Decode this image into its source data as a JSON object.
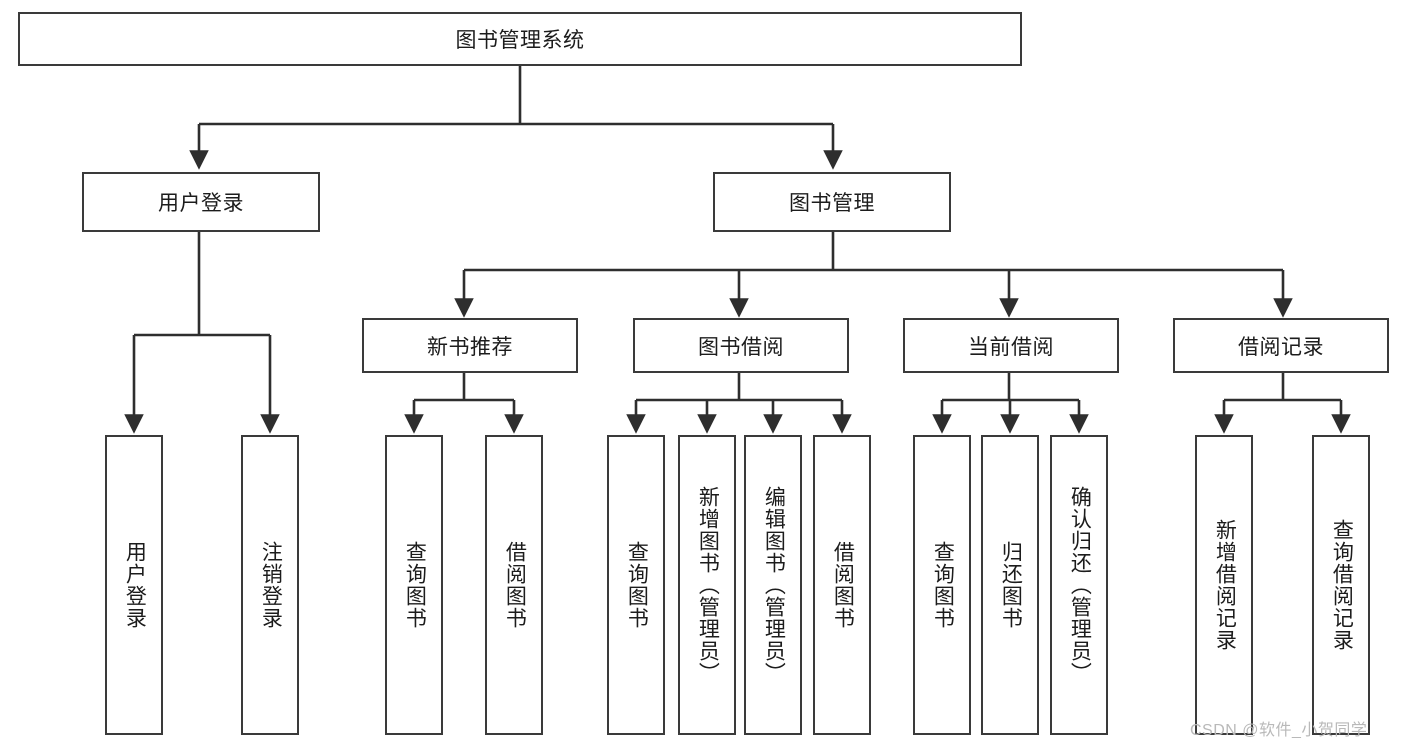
{
  "diagram": {
    "title": "图书管理系统",
    "type": "hierarchy-tree",
    "watermark": "CSDN @软件_小贺同学",
    "colors": {
      "background": "#ffffff",
      "border": "#3a3a3a",
      "text": "#1c1c1c",
      "edge": "#2e2e2e",
      "watermark": "#b9b9b9"
    },
    "levels": {
      "level1": [
        {
          "id": "root",
          "label": "图书管理系统"
        }
      ],
      "level2": [
        {
          "id": "user-login",
          "label": "用户登录"
        },
        {
          "id": "book-manage",
          "label": "图书管理"
        }
      ],
      "level3": [
        {
          "id": "new-book-recommend",
          "label": "新书推荐"
        },
        {
          "id": "book-borrow",
          "label": "图书借阅"
        },
        {
          "id": "current-borrow",
          "label": "当前借阅"
        },
        {
          "id": "borrow-record",
          "label": "借阅记录"
        }
      ],
      "level4": [
        {
          "id": "leaf-user-login",
          "label": "用户登录",
          "parent": "user-login"
        },
        {
          "id": "leaf-user-logout",
          "label": "注销登录",
          "parent": "user-login"
        },
        {
          "id": "leaf-query-book-1",
          "label": "查询图书",
          "parent": "new-book-recommend"
        },
        {
          "id": "leaf-borrow-book-1",
          "label": "借阅图书",
          "parent": "new-book-recommend"
        },
        {
          "id": "leaf-query-book-2",
          "label": "查询图书",
          "parent": "book-borrow"
        },
        {
          "id": "leaf-add-book",
          "label": "新增图书（管理员）",
          "parent": "book-borrow"
        },
        {
          "id": "leaf-edit-book",
          "label": "编辑图书（管理员）",
          "parent": "book-borrow"
        },
        {
          "id": "leaf-borrow-book-2",
          "label": "借阅图书",
          "parent": "book-borrow"
        },
        {
          "id": "leaf-query-book-3",
          "label": "查询图书",
          "parent": "current-borrow"
        },
        {
          "id": "leaf-return-book",
          "label": "归还图书",
          "parent": "current-borrow"
        },
        {
          "id": "leaf-confirm-return",
          "label": "确认归还（管理员）",
          "parent": "current-borrow"
        },
        {
          "id": "leaf-add-record",
          "label": "新增借阅记录",
          "parent": "borrow-record"
        },
        {
          "id": "leaf-query-record",
          "label": "查询借阅记录",
          "parent": "borrow-record"
        }
      ]
    }
  }
}
